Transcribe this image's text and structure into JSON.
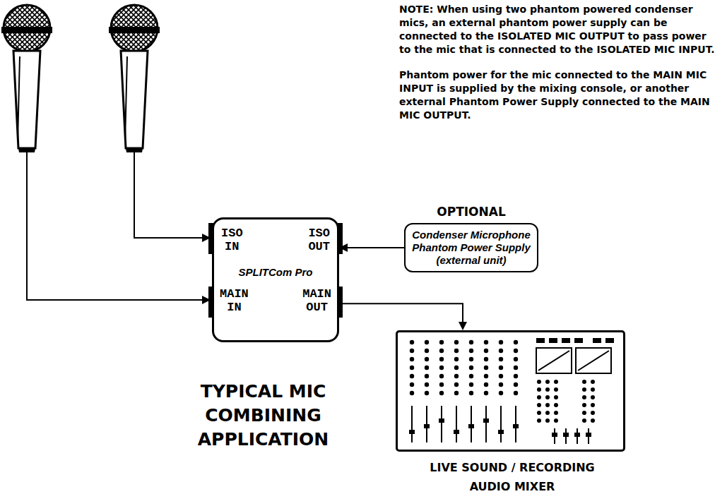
{
  "diagram": {
    "title": "TYPICAL MIC COMBINING APPLICATION",
    "nodes": [
      {
        "text": [
          "ISO IN",
          "ISO OUT",
          "SPLITCom Pro",
          "MAIN IN",
          "MAIN OUT"
        ]
      },
      {
        "text": [
          "OPTIONAL",
          "Condenser Microphone Phantom Power Supply (external unit)"
        ]
      },
      {
        "text": [
          "LIVE SOUND / RECORDING AUDIO MIXER"
        ]
      }
    ],
    "edges": [
      {
        "from": 1,
        "to": 0,
        "arrow": "to"
      },
      {
        "from": 0,
        "to": 2,
        "arrow": "to"
      }
    ],
    "labels": [
      "NOTE: When using two phantom powered condenser mics, an external phantom power supply can be connected to the ISOLATED MIC OUTPUT to pass power to the mic that is connected to the ISOLATED MIC INPUT.",
      "Phantom power for the mic connected to the MAIN MIC INPUT is supplied by the mixing console, or another external Phantom Power Supply connected to the MAIN MIC OUTPUT."
    ]
  }
}
